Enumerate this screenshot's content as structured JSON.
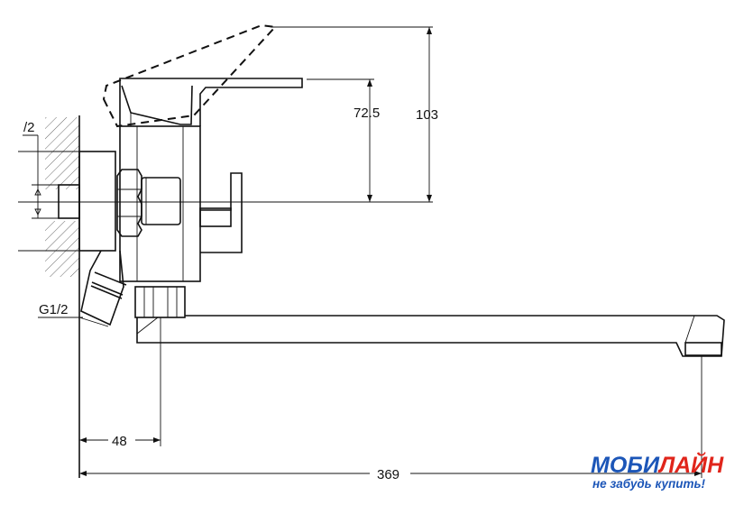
{
  "drawing": {
    "title": "Faucet technical drawing",
    "dimensions": {
      "pipe_label_partial": "/2",
      "inlet_thread": "G1/2",
      "lever_height": "72.5",
      "lever_raised_height": "103",
      "spout_offset": "48",
      "spout_length": "369"
    }
  },
  "logo": {
    "brand_part1": "МОБИ",
    "brand_part2": "ЛАЙН",
    "slogan": "не забудь купить!",
    "colors": {
      "blue": "#1c56b8",
      "red": "#e0251b"
    }
  }
}
